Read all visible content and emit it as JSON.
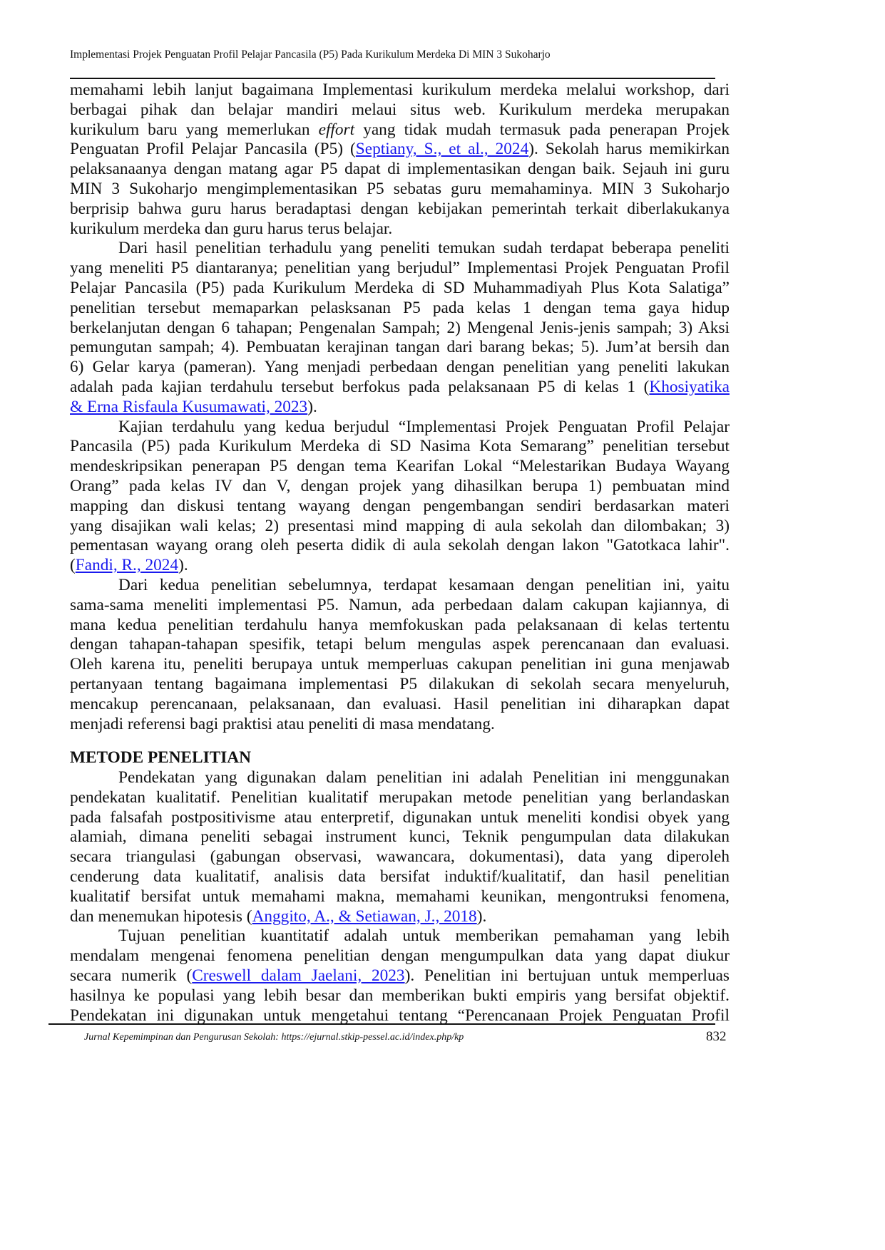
{
  "header": {
    "running_title": "Implementasi Projek Penguatan Profil Pelajar Pancasila (P5) Pada Kurikulum Merdeka Di MIN 3 Sukoharjo"
  },
  "sections": [
    {
      "paragraphs": [
        {
          "indent": false,
          "lines": [
            [
              {
                "t": "memahami lebih lanjut bagaimana Implementasi kurikulum merdeka melalui workshop, dari"
              }
            ],
            [
              {
                "t": "berbagai pihak dan belajar mandiri melaui situs web. Kurikulum merdeka merupakan"
              }
            ],
            [
              {
                "t": "kurikulum baru yang memerlukan "
              },
              {
                "t": "effort",
                "s": "i"
              },
              {
                "t": " yang tidak mudah termasuk pada penerapan Projek"
              }
            ],
            [
              {
                "t": "Penguatan Profil Pelajar Pancasila (P5) ("
              },
              {
                "t": "Septiany, S., et al., 2024",
                "s": "link"
              },
              {
                "t": "). Sekolah harus memikirkan"
              }
            ],
            [
              {
                "t": "pelaksanaanya dengan matang agar P5 dapat di implementasikan dengan baik. Sejauh ini guru"
              }
            ],
            [
              {
                "t": "MIN 3 Sukoharjo mengimplementasikan P5 sebatas guru memahaminya. MIN 3 Sukoharjo"
              }
            ],
            [
              {
                "t": "berprisip bahwa guru harus beradaptasi dengan kebijakan pemerintah terkait diberlakukanya"
              }
            ],
            [
              {
                "t": "kurikulum merdeka dan guru harus terus belajar."
              }
            ]
          ]
        },
        {
          "indent": true,
          "lines": [
            [
              {
                "t": "Dari hasil penelitian terhadulu yang peneliti temukan sudah terdapat beberapa peneliti"
              }
            ],
            [
              {
                "t": "yang meneliti P5 diantaranya; penelitian yang berjudul” Implementasi Projek Penguatan Profil"
              }
            ],
            [
              {
                "t": "Pelajar Pancasila (P5) pada Kurikulum Merdeka di SD Muhammadiyah Plus Kota Salatiga”"
              }
            ],
            [
              {
                "t": "penelitian tersebut memaparkan pelasksanan P5 pada kelas 1 dengan tema gaya hidup"
              }
            ],
            [
              {
                "t": "berkelanjutan dengan 6 tahapan; Pengenalan Sampah; 2) Mengenal Jenis-jenis sampah; 3) Aksi"
              }
            ],
            [
              {
                "t": "pemungutan sampah; 4). Pembuatan kerajinan tangan dari barang bekas; 5). Jum’at bersih dan"
              }
            ],
            [
              {
                "t": "6) Gelar karya (pameran). Yang menjadi perbedaan dengan penelitian yang peneliti lakukan"
              }
            ],
            [
              {
                "t": "adalah pada kajian terdahulu tersebut berfokus pada pelaksanaan P5 di kelas 1 ("
              },
              {
                "t": "Khosiyatika",
                "s": "link"
              }
            ],
            [
              {
                "t": "& Erna Risfaula Kusumawati, 2023",
                "s": "link"
              },
              {
                "t": ")."
              }
            ]
          ]
        },
        {
          "indent": true,
          "lines": [
            [
              {
                "t": "Kajian terdahulu yang kedua berjudul “Implementasi Projek Penguatan Profil Pelajar"
              }
            ],
            [
              {
                "t": "Pancasila (P5) pada Kurikulum Merdeka di SD Nasima Kota Semarang” penelitian tersebut"
              }
            ],
            [
              {
                "t": "mendeskripsikan penerapan P5 dengan tema Kearifan Lokal “Melestarikan Budaya Wayang"
              }
            ],
            [
              {
                "t": "Orang” pada kelas IV dan V, dengan projek yang dihasilkan berupa 1) pembuatan mind"
              }
            ],
            [
              {
                "t": "mapping dan diskusi tentang wayang dengan pengembangan sendiri berdasarkan materi"
              }
            ],
            [
              {
                "t": "yang disajikan wali kelas; 2) presentasi mind mapping di aula sekolah dan dilombakan; 3)"
              }
            ],
            [
              {
                "t": "pementasan wayang orang oleh peserta didik di aula sekolah dengan lakon \"Gatotkaca lahir\"."
              }
            ],
            [
              {
                "t": "("
              },
              {
                "t": "Fandi, R., 2024",
                "s": "link"
              },
              {
                "t": ")."
              }
            ]
          ]
        },
        {
          "indent": true,
          "lines": [
            [
              {
                "t": "Dari kedua penelitian sebelumnya, terdapat kesamaan dengan penelitian ini, yaitu"
              }
            ],
            [
              {
                "t": "sama-sama meneliti implementasi P5. Namun, ada perbedaan dalam cakupan kajiannya, di"
              }
            ],
            [
              {
                "t": "mana kedua penelitian terdahulu hanya memfokuskan pada pelaksanaan di kelas tertentu"
              }
            ],
            [
              {
                "t": "dengan tahapan-tahapan spesifik, tetapi belum mengulas aspek perencanaan dan evaluasi."
              }
            ],
            [
              {
                "t": "Oleh karena itu, peneliti berupaya untuk memperluas cakupan penelitian ini guna menjawab"
              }
            ],
            [
              {
                "t": "pertanyaan tentang bagaimana implementasi P5 dilakukan di sekolah secara menyeluruh,"
              }
            ],
            [
              {
                "t": "mencakup perencanaan, pelaksanaan, dan evaluasi. Hasil penelitian ini diharapkan dapat"
              }
            ],
            [
              {
                "t": "menjadi referensi bagi praktisi atau peneliti di masa mendatang."
              }
            ]
          ]
        }
      ]
    },
    {
      "heading": "METODE PENELITIAN",
      "paragraphs": [
        {
          "indent": true,
          "lines": [
            [
              {
                "t": "Pendekatan yang digunakan dalam penelitian ini adalah Penelitian ini menggunakan"
              }
            ],
            [
              {
                "t": "pendekatan kualitatif. Penelitian kualitatif merupakan metode penelitian yang berlandaskan"
              }
            ],
            [
              {
                "t": "pada falsafah postpositivisme atau enterpretif, digunakan untuk meneliti kondisi obyek yang"
              }
            ],
            [
              {
                "t": "alamiah, dimana peneliti sebagai instrument kunci, Teknik pengumpulan data dilakukan"
              }
            ],
            [
              {
                "t": "secara triangulasi (gabungan observasi, wawancara, dokumentasi), data yang diperoleh"
              }
            ],
            [
              {
                "t": "cenderung data kualitatif, analisis data bersifat induktif/kualitatif, dan hasil penelitian"
              }
            ],
            [
              {
                "t": "kualitatif bersifat untuk memahami makna, memahami keunikan, mengontruksi fenomena,"
              }
            ],
            [
              {
                "t": "dan menemukan hipotesis ("
              },
              {
                "t": "Anggito, A., & Setiawan, J., 2018",
                "s": "link"
              },
              {
                "t": ")."
              }
            ]
          ]
        },
        {
          "indent": true,
          "open_end": true,
          "lines": [
            [
              {
                "t": "Tujuan penelitian kuantitatif adalah untuk memberikan pemahaman yang lebih"
              }
            ],
            [
              {
                "t": "mendalam mengenai fenomena penelitian dengan mengumpulkan data yang dapat diukur"
              }
            ],
            [
              {
                "t": "secara numerik ("
              },
              {
                "t": "Creswell dalam Jaelani, 2023",
                "s": "link"
              },
              {
                "t": "). Penelitian ini bertujuan untuk memperluas"
              }
            ],
            [
              {
                "t": "hasilnya ke populasi yang lebih besar dan memberikan bukti empiris yang bersifat objektif."
              }
            ],
            [
              {
                "t": "Pendekatan ini digunakan untuk mengetahui tentang “Perencanaan Projek Penguatan Profil"
              }
            ]
          ]
        }
      ]
    }
  ],
  "footer": {
    "journal": "Jurnal Kepemimpinan dan Pengurusan Sekolah: https://ejurnal.stkip-pessel.ac.id/index.php/kp",
    "page_number": "832"
  },
  "colors": {
    "link": "#1a1aee",
    "text": "#111111"
  }
}
